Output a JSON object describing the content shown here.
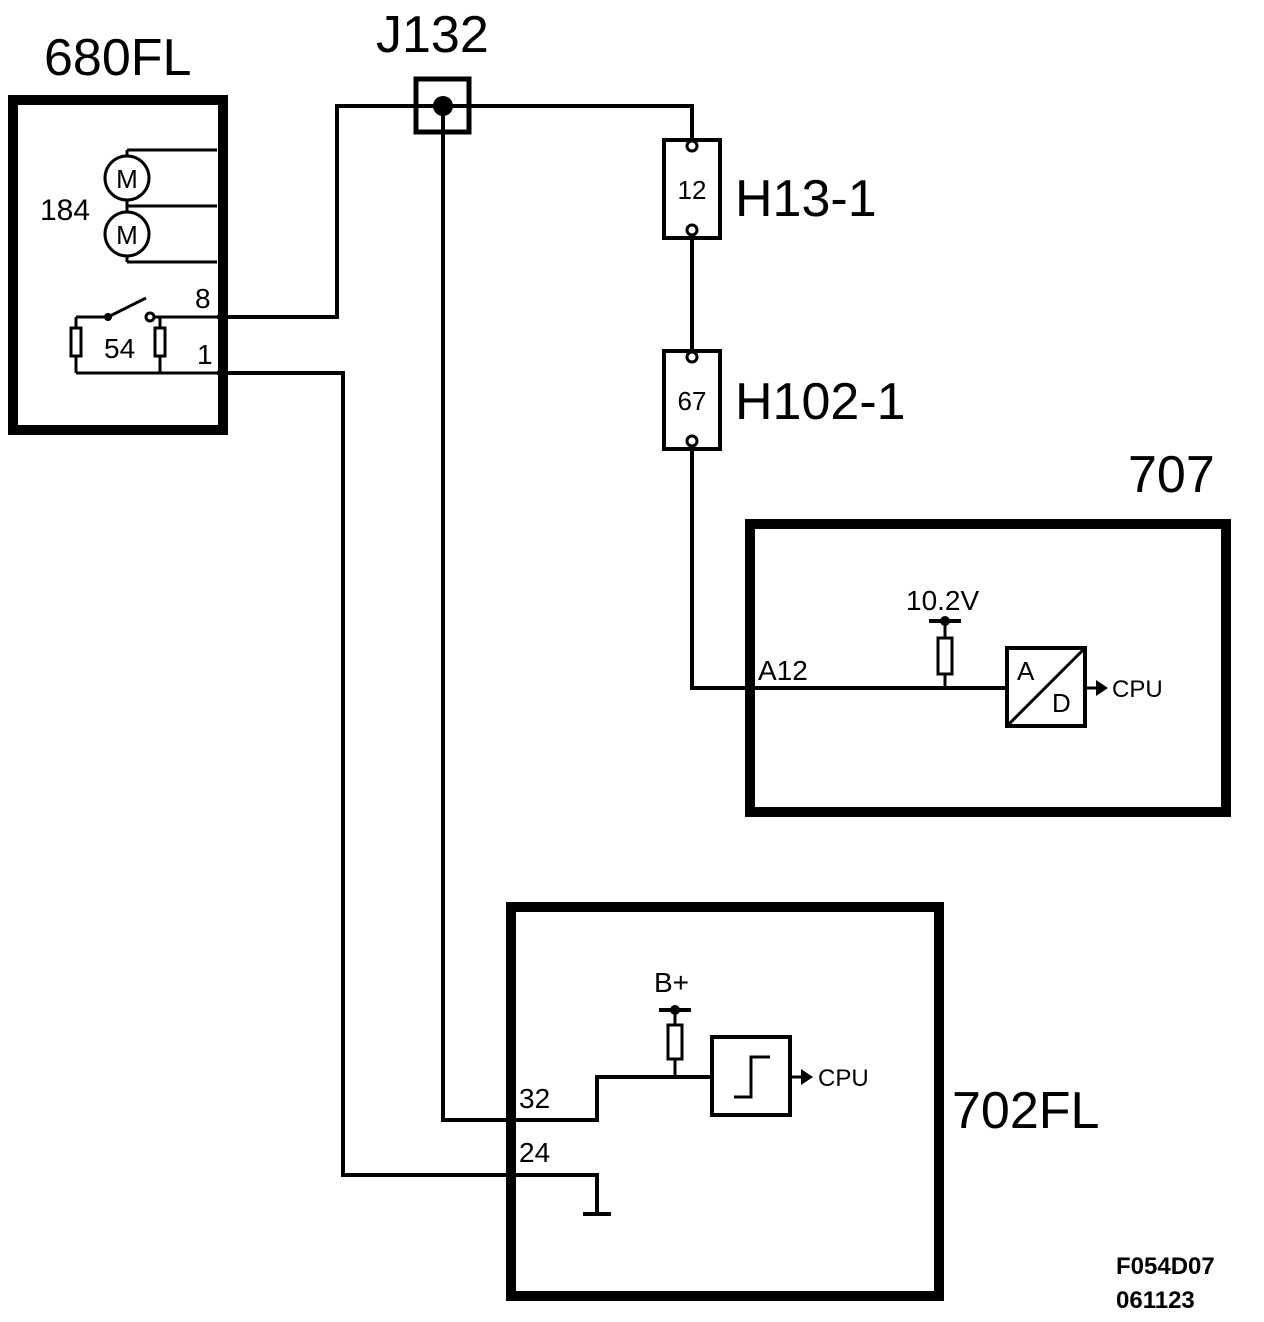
{
  "components": {
    "c680fl": {
      "label": "680FL",
      "motor_ref": "184",
      "motor_symbol": "M",
      "switch_ref": "54",
      "pin_8": "8",
      "pin_1": "1"
    },
    "j132": {
      "label": "J132"
    },
    "h13": {
      "label": "H13-1",
      "pin": "12"
    },
    "h102": {
      "label": "H102-1",
      "pin": "67"
    },
    "c707": {
      "label": "707",
      "pin": "A12",
      "supply": "10.2V",
      "adc_a": "A",
      "adc_d": "D",
      "cpu": "CPU"
    },
    "c702fl": {
      "label": "702FL",
      "pin_32": "32",
      "pin_24": "24",
      "supply": "B+",
      "cpu": "CPU"
    }
  },
  "footer": {
    "line1": "F054D07",
    "line2": "061123"
  }
}
